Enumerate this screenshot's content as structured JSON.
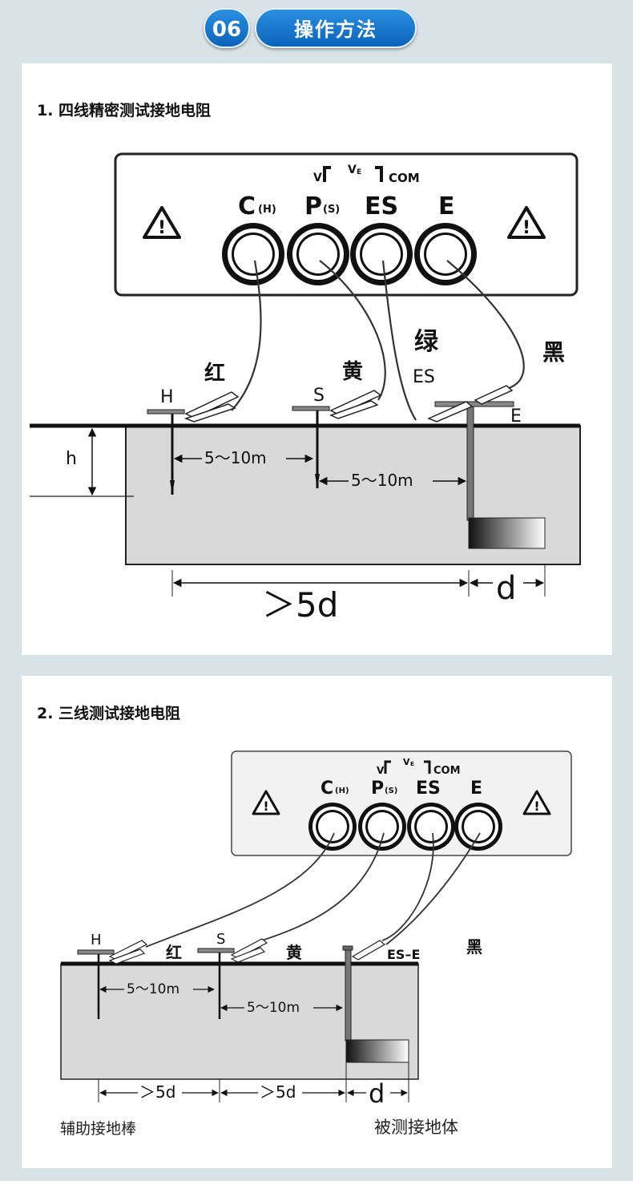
{
  "header": {
    "number": "06",
    "title": "操作方法"
  },
  "section1": {
    "title": "1.  四线精密测试接地电阻",
    "terminals": {
      "c": "C",
      "c_sub": "(H)",
      "p": "P",
      "p_sub": "(S)",
      "es": "ES",
      "e": "E"
    },
    "top_labels": {
      "v": "V",
      "ve": "V",
      "ve_sub": "E",
      "com": "COM"
    },
    "warning_symbol": "!",
    "wire_colors": {
      "red": "红",
      "yellow": "黄",
      "green": "绿",
      "black": "黑"
    },
    "probes": {
      "h": "H",
      "s": "S",
      "es": "ES",
      "e": "E"
    },
    "height_label": "h",
    "distance_1": "5～10m",
    "distance_2": "5～10m",
    "distance_total": "＞5d",
    "distance_d": "d"
  },
  "section2": {
    "title": "2.  三线测试接地电阻",
    "terminals": {
      "c": "C",
      "c_sub": "(H)",
      "p": "P",
      "p_sub": "(S)",
      "es": "ES",
      "e": "E"
    },
    "top_labels": {
      "v": "V",
      "ve": "V",
      "ve_sub": "E",
      "com": "COM"
    },
    "warning_symbol": "!",
    "wire_colors": {
      "red": "红",
      "yellow": "黄",
      "black": "黑"
    },
    "probes": {
      "h": "H",
      "s": "S",
      "ese": "ES–E"
    },
    "distance_1": "5～10m",
    "distance_2": "5～10m",
    "distance_3": "＞5d",
    "distance_4": "＞5d",
    "distance_d": "d",
    "caption_left": "辅助接地棒",
    "caption_right": "被测接地体"
  },
  "colors": {
    "accent": "#1a7ad1",
    "soil": "#d9d9d9",
    "background": "#d8e3e8"
  }
}
